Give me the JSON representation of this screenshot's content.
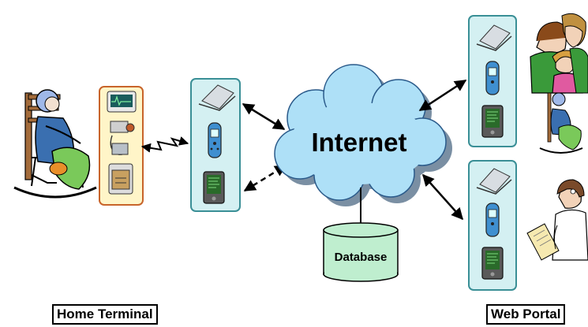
{
  "diagram": {
    "cloud_label": "Internet",
    "database_label": "Database",
    "captions": {
      "home_terminal": "Home Terminal",
      "web_portal": "Web Portal"
    },
    "colors": {
      "panel_fill": "#d4f0f2",
      "panel_stroke": "#3a8f96",
      "medical_panel_fill": "#fff5c8",
      "medical_panel_stroke": "#c8642a",
      "cloud_fill": "#aee0f7",
      "cloud_shadow": "#7a8fa3",
      "database_fill": "#bfeecf",
      "connector": "#000000"
    },
    "icons": {
      "home_devices": [
        "laptop-icon",
        "mobile-phone-icon",
        "pda-icon"
      ],
      "medical_devices": [
        "ecg-monitor-icon",
        "blood-pressure-cuff-icon",
        "weight-scale-icon"
      ],
      "people": [
        "patient-in-rocking-chair-icon",
        "family-icon",
        "patient-small-icon",
        "doctor-icon"
      ]
    }
  }
}
